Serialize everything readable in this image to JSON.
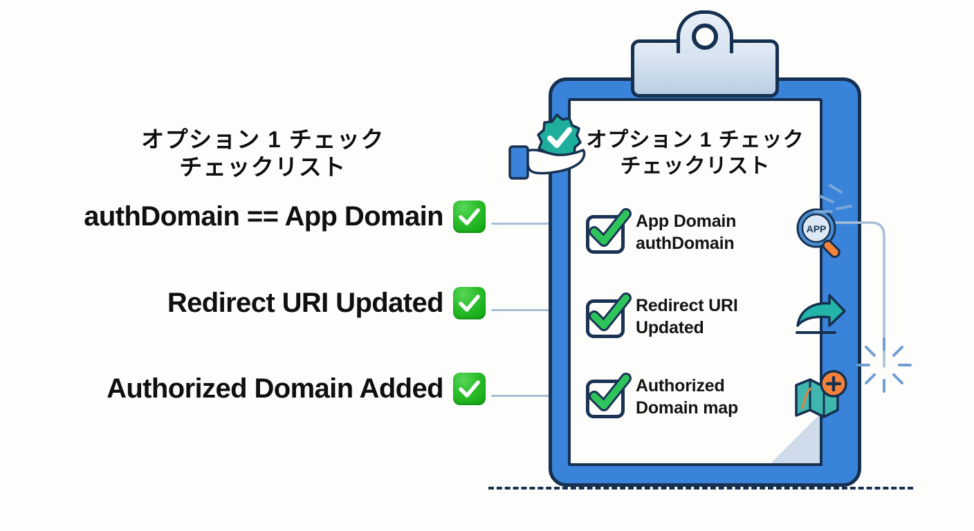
{
  "background_color": "#fdfdfc",
  "palette": {
    "clipboard_blue": "#3a83da",
    "outline_navy": "#16304f",
    "check_green": "#2fc45b",
    "emoji_green": "#18a818",
    "teal": "#23b3a8",
    "orange": "#f58238",
    "connector_blue": "#a9bed4",
    "clip_gray": "#cedded"
  },
  "left_panel": {
    "title_line1": "オプション 1 チェック",
    "title_line2": "チェックリスト",
    "items": [
      {
        "label": "authDomain == App Domain",
        "status_icon": "green-check-emoji",
        "checked": true
      },
      {
        "label": "Redirect URI Updated",
        "status_icon": "green-check-emoji",
        "checked": true
      },
      {
        "label": "Authorized Domain Added",
        "status_icon": "green-check-emoji",
        "checked": true
      }
    ]
  },
  "clipboard": {
    "clip_icon": "clipboard-clip",
    "badge_icon": "hand-holding-verified-badge",
    "title_line1": "オプション 1 チェック",
    "title_line2": "チェックリスト",
    "rows": [
      {
        "line1": "App Domain",
        "line2": "authDomain",
        "checkbox_icon": "checked-checkbox",
        "checked": true,
        "side_icon": "magnifier-app-icon",
        "side_icon_label": "APP"
      },
      {
        "line1": "Redirect URI",
        "line2": "Updated",
        "checkbox_icon": "checked-checkbox",
        "checked": true,
        "side_icon": "curved-right-arrow-icon",
        "side_icon_label": ""
      },
      {
        "line1": "Authorized",
        "line2": "Domain map",
        "checkbox_icon": "checked-checkbox",
        "checked": true,
        "side_icon": "map-plus-icon",
        "side_icon_label": ""
      }
    ],
    "paper_fold": "folded-corner"
  },
  "decorations": {
    "sparkle_top": "sparkle-burst",
    "sparkle_bottom": "sparkle-burst",
    "baseline": "dashed-ground-line",
    "connectors": 3
  }
}
